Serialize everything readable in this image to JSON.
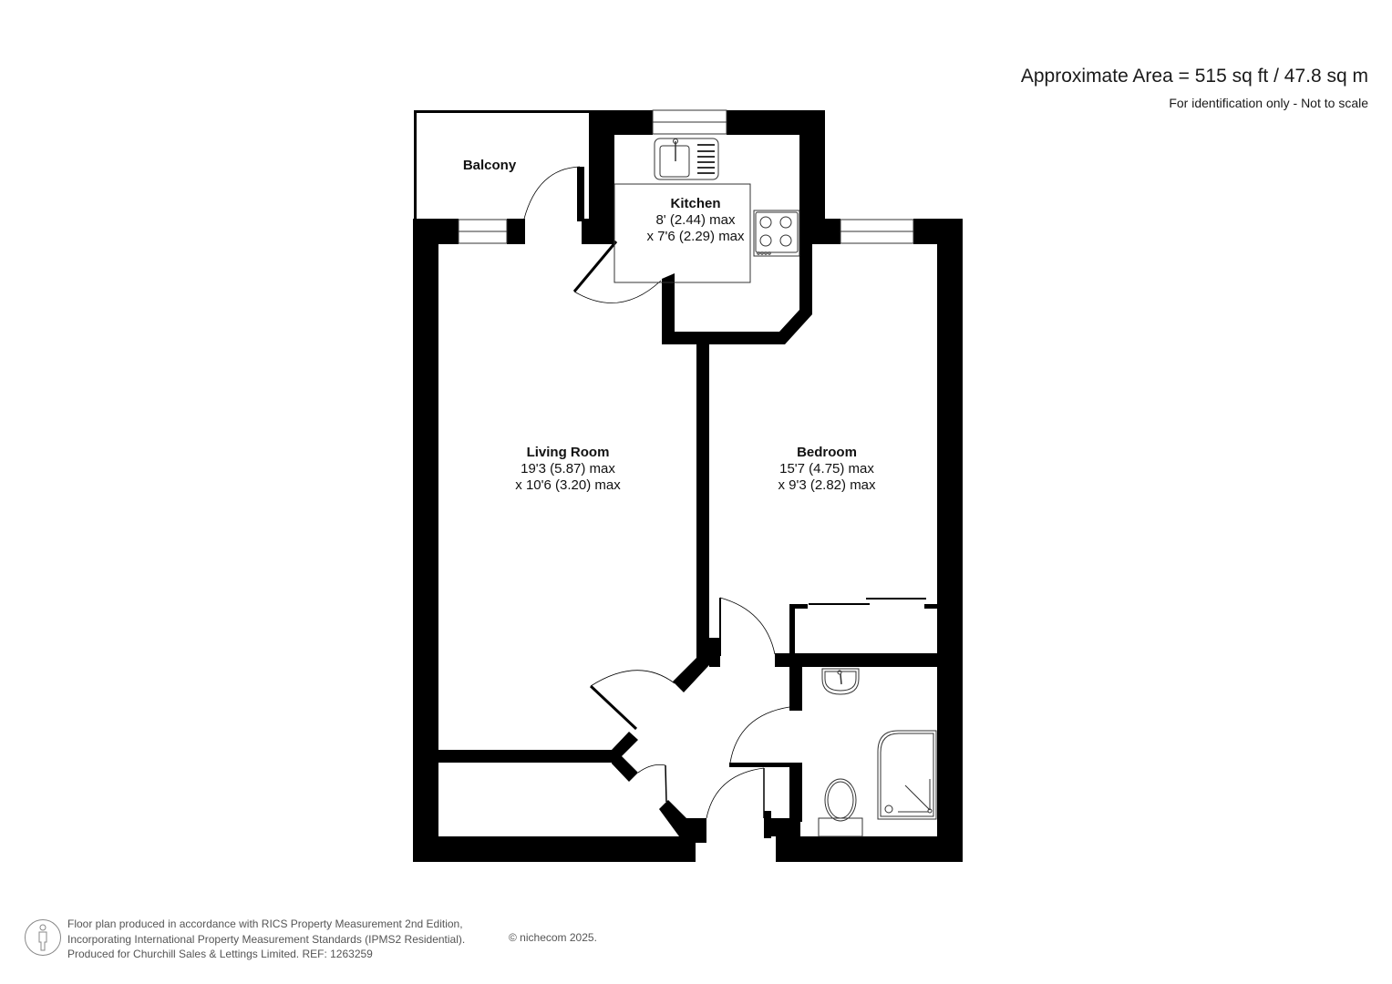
{
  "header": {
    "area": "Approximate Area = 515 sq ft / 47.8 sq m",
    "disclaimer": "For identification only - Not to scale"
  },
  "rooms": {
    "balcony": {
      "name": "Balcony"
    },
    "kitchen": {
      "name": "Kitchen",
      "dim1": "8' (2.44) max",
      "dim2": "x 7'6 (2.29) max"
    },
    "living_room": {
      "name": "Living Room",
      "dim1": "19'3 (5.87) max",
      "dim2": "x 10'6 (3.20) max"
    },
    "bedroom": {
      "name": "Bedroom",
      "dim1": "15'7 (4.75) max",
      "dim2": "x 9'3 (2.82) max"
    }
  },
  "footer": {
    "line1": "Floor plan produced in accordance with RICS Property Measurement 2nd Edition,",
    "line2": "Incorporating International Property Measurement Standards (IPMS2 Residential).",
    "line3": "Produced for Churchill Sales & Lettings Limited.   REF: 1263259",
    "copyright": "© nichecom 2025."
  },
  "colors": {
    "wall": "#000000",
    "background": "#ffffff",
    "text": "#1a1a1a",
    "footer_text": "#555555"
  }
}
